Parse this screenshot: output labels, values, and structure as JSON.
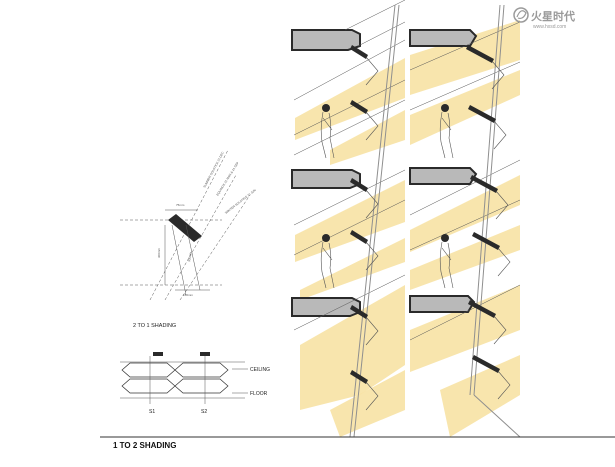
{
  "colors": {
    "sun": "#f7e2a4",
    "slab": "#b9b9b9",
    "slab_dark": "#2a2a2a",
    "line": "#555555",
    "rule": "#333333",
    "louver": "#8f8f8f"
  },
  "watermark": {
    "logo_icon": "swirl-logo-icon",
    "brand": "火星时代",
    "url": "www.hxsd.com"
  },
  "detail": {
    "caption": "2 TO 1 SHADING",
    "dim_labels": [
      "75mm",
      "300mm",
      "300mm",
      "150mm"
    ],
    "ray_labels": [
      "SUMMER SOLSTICE 21 DEC",
      "EQUINOX 21 MAR & 21 SEP",
      "WINTER SOLSTICE 21 JUN"
    ]
  },
  "schematic": {
    "ceiling_label": "CEILING",
    "floor_label": "FLOOR",
    "options": [
      "S1",
      "S2"
    ]
  },
  "main_title": "1 TO 2 SHADING"
}
